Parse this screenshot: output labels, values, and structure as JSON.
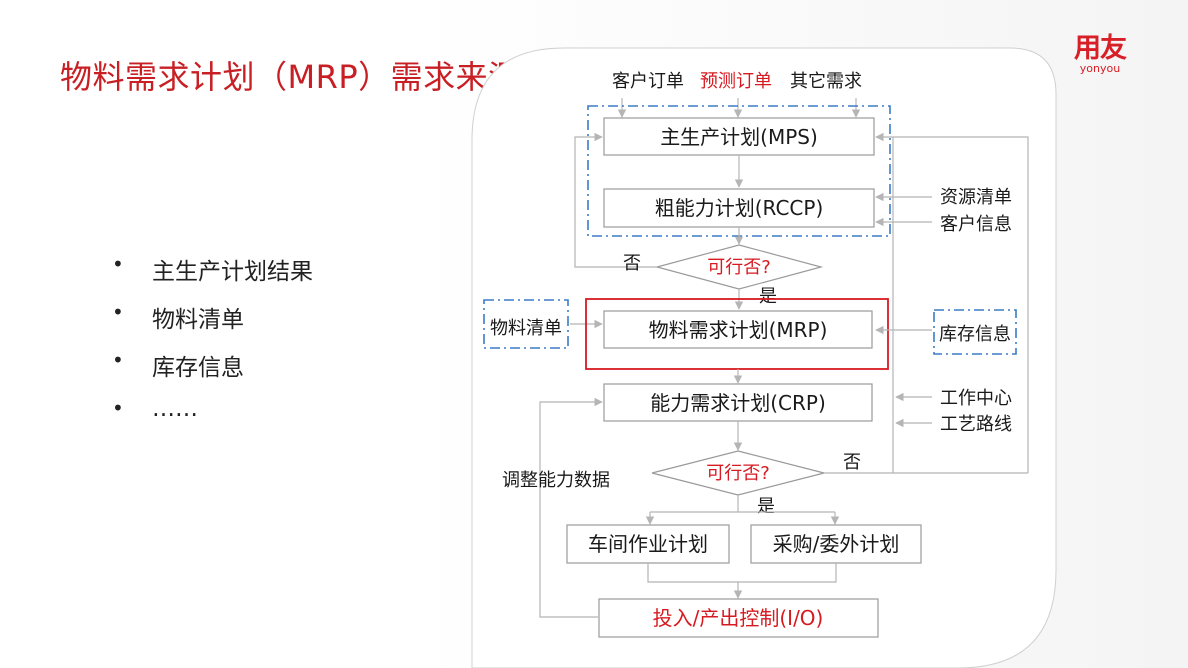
{
  "slide": {
    "title": "物料需求计划（MRP）需求来源",
    "logo": {
      "cn": "用友",
      "en": "yonyou"
    }
  },
  "bullets": [
    "主生产计划结果",
    "物料清单",
    "库存信息",
    "……"
  ],
  "diagram": {
    "sources": [
      "客户订单",
      "预测订单",
      "其它需求"
    ],
    "mps": "主生产计划(MPS)",
    "rccp": "粗能力计划(RCCP)",
    "rccp_inputs": [
      "资源清单",
      "客户信息"
    ],
    "decision1": "可行否?",
    "no_label_1": "否",
    "yes_label_1": "是",
    "bom": "物料清单",
    "mrp": "物料需求计划(MRP)",
    "inventory": "库存信息",
    "crp": "能力需求计划(CRP)",
    "crp_inputs": [
      "工作中心",
      "工艺路线"
    ],
    "adjust_label": "调整能力数据",
    "decision2": "可行否?",
    "no_label_2": "否",
    "yes_label_2": "是",
    "workshop": "车间作业计划",
    "purchase": "采购/委外计划",
    "io_control": "投入/产出控制(I/O)"
  },
  "colors": {
    "accent_red": "#d71920",
    "dash_blue": "#3b7cc4",
    "line_gray": "#b5b5b5"
  }
}
